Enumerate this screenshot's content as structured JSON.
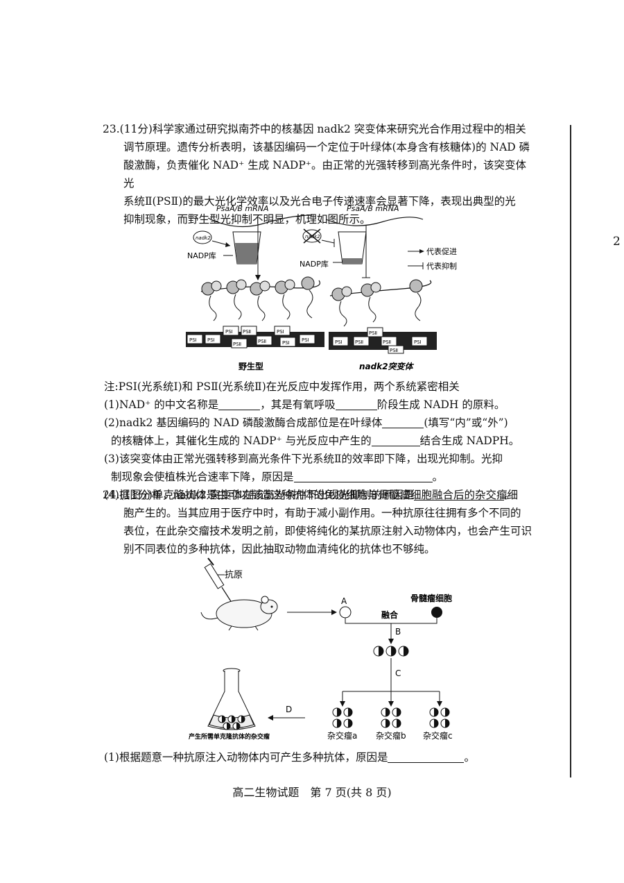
{
  "q23": {
    "stem": [
      "23.(11分)科学家通过研究拟南芥中的核基因 nadk2 突变体来研究光合作用过程中的相关",
      "调节原理。遗传分析表明，该基因编码一个定位于叶绿体(本身含有核糖体)的 NAD 磷",
      "酸激酶，负责催化 NAD⁺ 生成 NADP⁺。由正常的光强转移到高光条件时，该突变体光",
      "系统Ⅱ(PSⅡ)的最大光化学效率以及光合电子传递速率会显著下降，表现出典型的光",
      "抑制现象，而野生型光抑制不明显，机理如图所示。"
    ],
    "figure": {
      "left_mrna": "PsaA/B mRNA",
      "right_mrna": "PsaA/B mRNA",
      "nadk2": "nadk2",
      "nadp_pool_left": "NADP库",
      "nadp_pool_right": "NADP库",
      "legend_promote": "代表促进",
      "legend_inhibit": "代表抑制",
      "psi": "PSⅠ",
      "psii": "PSⅡ",
      "caption_left": "野生型",
      "caption_right": "nadk2突变体"
    },
    "note": "注:PSⅠ(光系统Ⅰ)和 PSⅡ(光系统Ⅱ)在光反应中发挥作用，两个系统紧密相关",
    "s1a": "(1)NAD⁺ 的中文名称是",
    "s1b": "，其是有氧呼吸",
    "s1c": "阶段生成 NADH 的原料。",
    "s2a": "(2)nadk2 基因编码的 NAD 磷酸激酶合成部位是在叶绿体",
    "s2b": "(填写“内”或“外”)",
    "s2c": "的核糖体上，其催化生成的 NADP⁺ 与光反应中产生的",
    "s2d": "结合生成 NADPH。",
    "s3a": "(3)该突变体由正常光强转移到高光条件下光系统Ⅱ的效率即下降，出现光抑制。光抑",
    "s3b": "制现象会使植株光合速率下降，原因是",
    "s3c": "。",
    "s4a": "(4)据图分析，nadk2 突变体在该高光条件下出现光抑制的原因是",
    "s4b": "。"
  },
  "q24": {
    "stem": [
      "24.(11分)单克隆抗体是由可以制造这种抗体的免疫细胞与骨髓瘤细胞融合后的杂交瘤细",
      "胞产生的。当其应用于医疗中时，有助于减小副作用。一种抗原往往拥有多个不同的",
      "表位，在此杂交瘤技术发明之前，即使将纯化的某抗原注射入动物体内，也会产生可识",
      "别不同表位的多种抗体，因此抽取动物血清纯化的抗体也不够纯。"
    ],
    "figure": {
      "antigen": "抗原",
      "a": "A",
      "myeloma": "骨髓瘤细胞",
      "fusion": "融合",
      "b": "B",
      "c": "C",
      "d": "D",
      "hybrid_a": "杂交瘤a",
      "hybrid_b": "杂交瘤b",
      "hybrid_c": "杂交瘤c",
      "flask_caption": "产生所需单克隆抗体的杂交瘤"
    },
    "s1a": "(1)根据题意一种抗原注入动物体内可产生多种抗体，原因是",
    "s1b": "。"
  },
  "footer": "高二生物试题　第 7 页(共 8 页)",
  "side_number": "2"
}
